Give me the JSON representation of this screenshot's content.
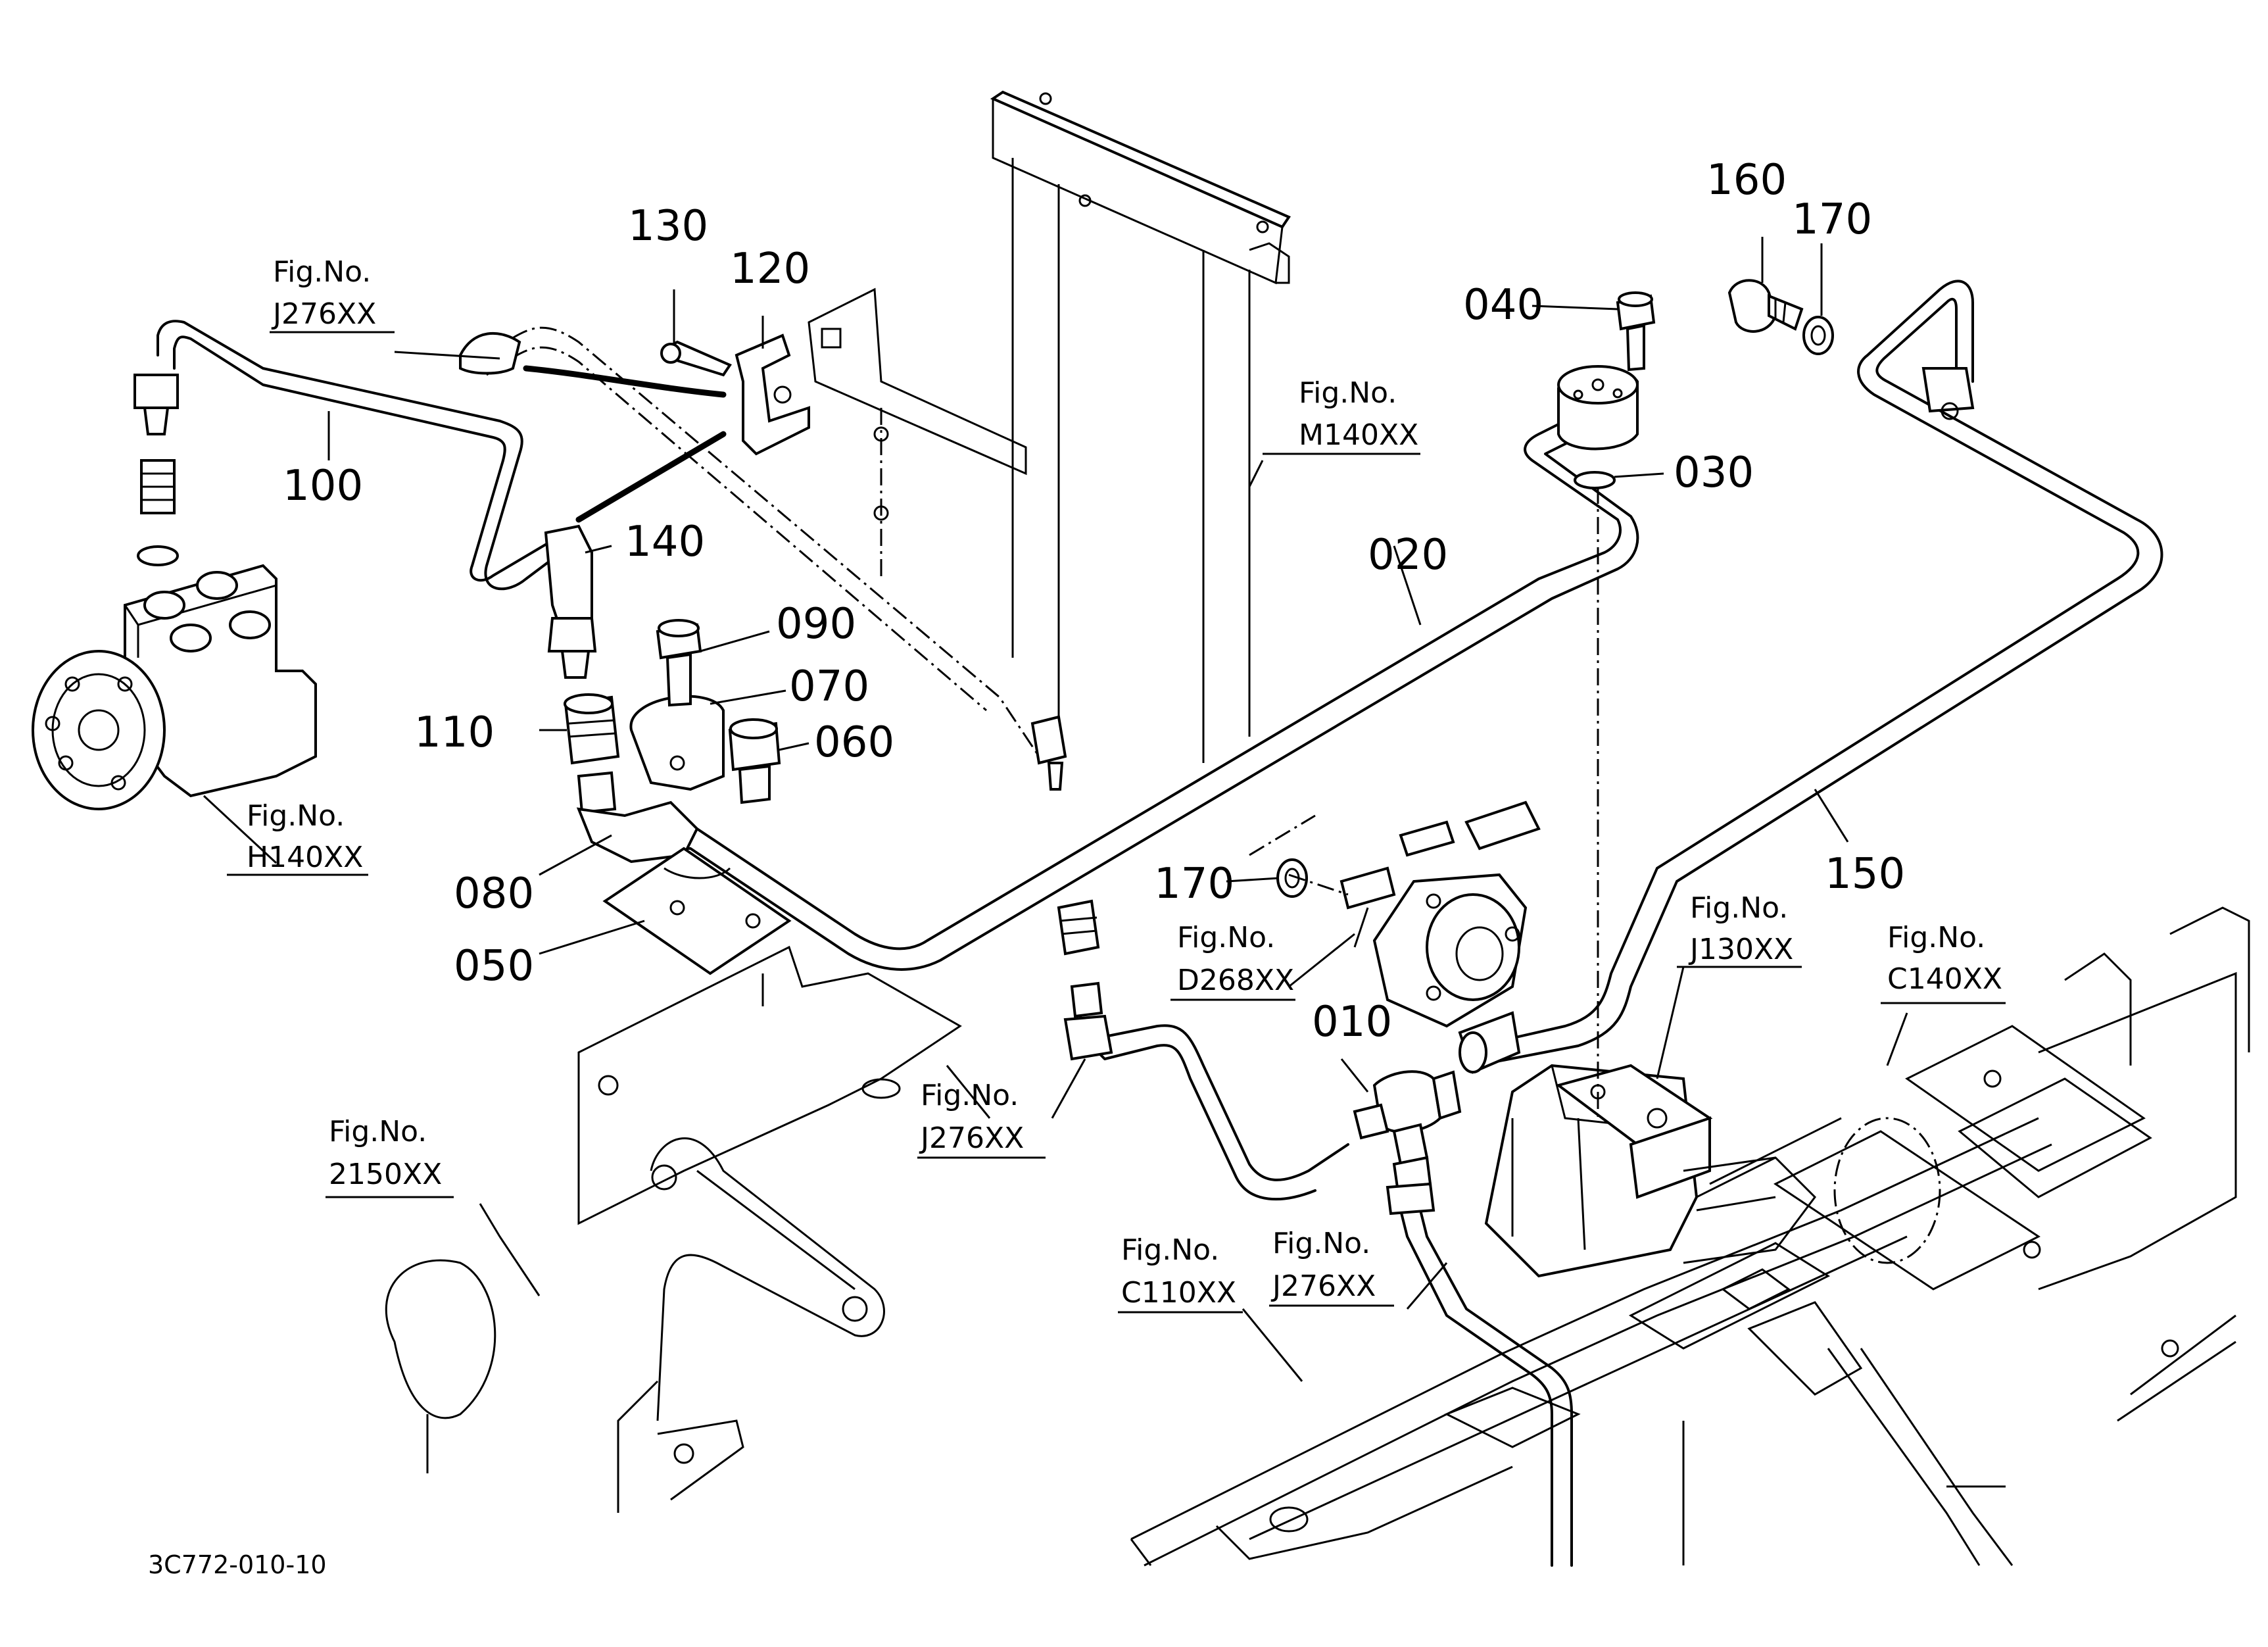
{
  "diagram_code": "3C772-010-10",
  "callouts": {
    "p010": "010",
    "p020": "020",
    "p030": "030",
    "p040": "040",
    "p050": "050",
    "p060": "060",
    "p070": "070",
    "p080": "080",
    "p090": "090",
    "p100": "100",
    "p110": "110",
    "p120": "120",
    "p130": "130",
    "p140": "140",
    "p150": "150",
    "p160": "160",
    "p170a": "170",
    "p170b": "170"
  },
  "fig_refs": {
    "j276_top": {
      "prefix": "Fig.No.",
      "code": "J276XX"
    },
    "m140": {
      "prefix": "Fig.No.",
      "code": "M140XX"
    },
    "h140": {
      "prefix": "Fig.No.",
      "code": "H140XX"
    },
    "d268": {
      "prefix": "Fig.No.",
      "code": "D268XX"
    },
    "j130": {
      "prefix": "Fig.No.",
      "code": "J130XX"
    },
    "c140": {
      "prefix": "Fig.No.",
      "code": "C140XX"
    },
    "j276_mid": {
      "prefix": "Fig.No.",
      "code": "J276XX"
    },
    "f2150": {
      "prefix": "Fig.No.",
      "code": "2150XX"
    },
    "c110": {
      "prefix": "Fig.No.",
      "code": "C110XX"
    },
    "j276_bot": {
      "prefix": "Fig.No.",
      "code": "J276XX"
    }
  }
}
